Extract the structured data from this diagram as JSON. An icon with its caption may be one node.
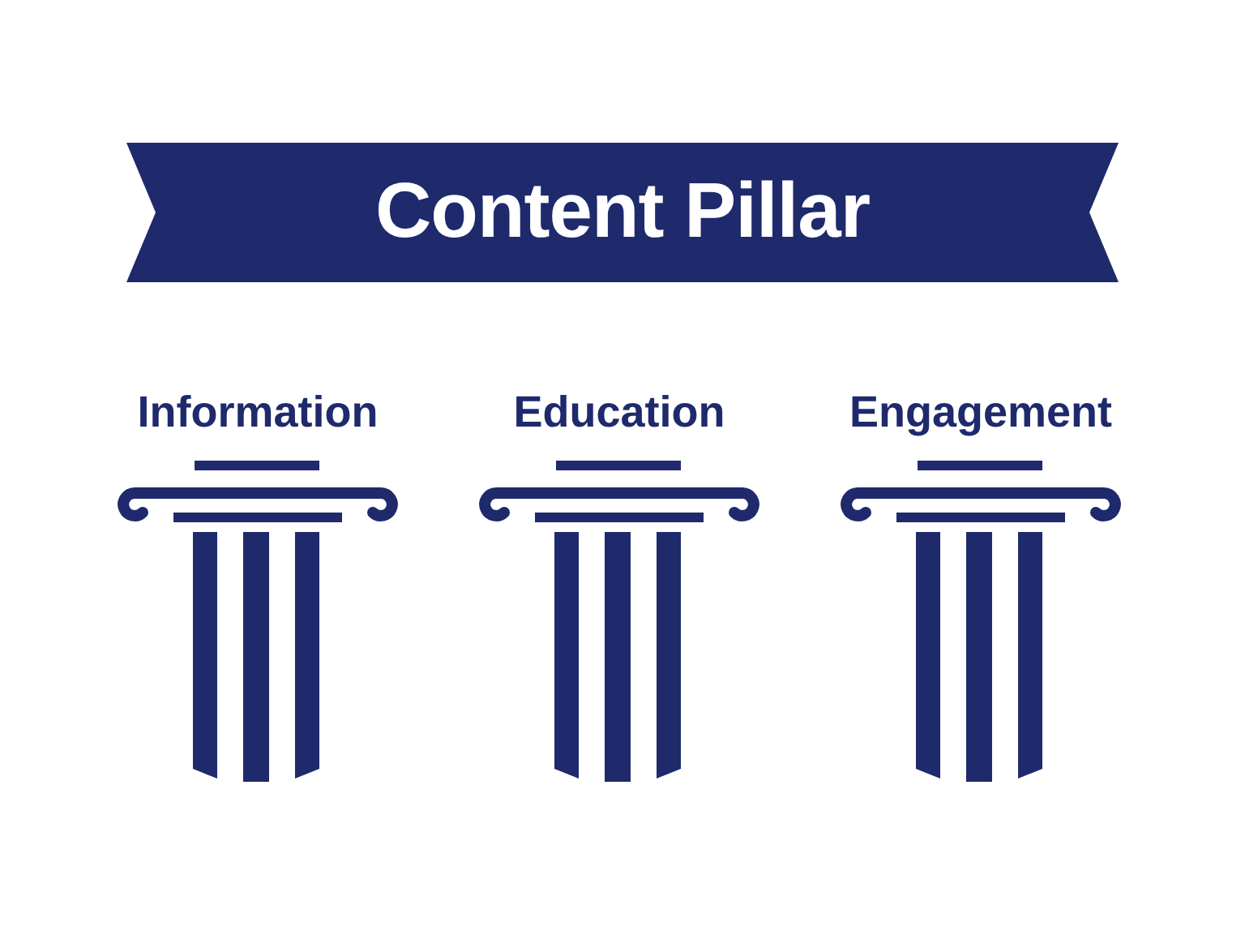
{
  "diagram": {
    "nodes": [
      {
        "text": [
          "Content Pillar"
        ]
      },
      {
        "text": [
          "Information"
        ]
      },
      {
        "text": [
          "Education"
        ]
      },
      {
        "text": [
          "Engagement"
        ]
      }
    ]
  }
}
